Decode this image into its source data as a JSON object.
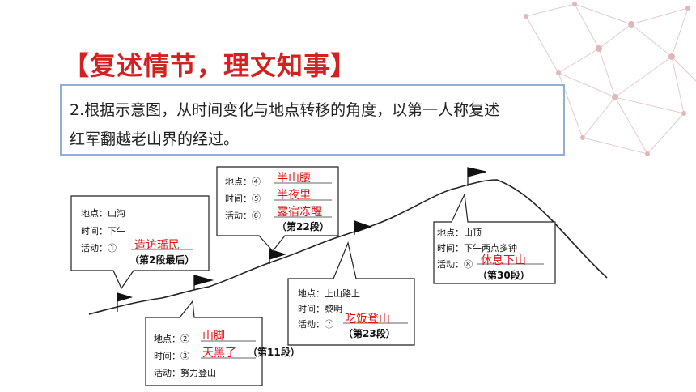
{
  "title": "【复述情节，理文知事】",
  "question": {
    "line1": "2.根据示意图，从时间变化与地点转移的角度，以第一人称复述",
    "line2": "红军翻越老山界的经过。"
  },
  "box1": {
    "place": "地点：山沟",
    "time": "时间：下午",
    "activity": "活动：①",
    "answer": "造访瑶民",
    "paragraph": "（第2段最后）"
  },
  "box2": {
    "place": "地点：②",
    "place_answer": "山脚",
    "time": "时间：③",
    "time_answer": "天黑了",
    "paragraph": "（第11段）",
    "activity": "活动：努力登山"
  },
  "box3": {
    "place": "地点：④",
    "place_answer": "半山腰",
    "time": "时间：⑤",
    "time_answer": "半夜里",
    "activity": "活动：⑥",
    "activity_answer": "露宿冻醒",
    "paragraph": "（第22段）"
  },
  "box4": {
    "place": "地点：上山路上",
    "time": "时间：黎明",
    "activity": "活动：⑦",
    "activity_answer": "吃饭登山",
    "paragraph": "（第23段）"
  },
  "box5": {
    "place": "地点：山顶",
    "time": "时间：下午两点多钟",
    "activity": "活动：⑧",
    "activity_answer": "休息下山",
    "paragraph": "（第30段）"
  }
}
